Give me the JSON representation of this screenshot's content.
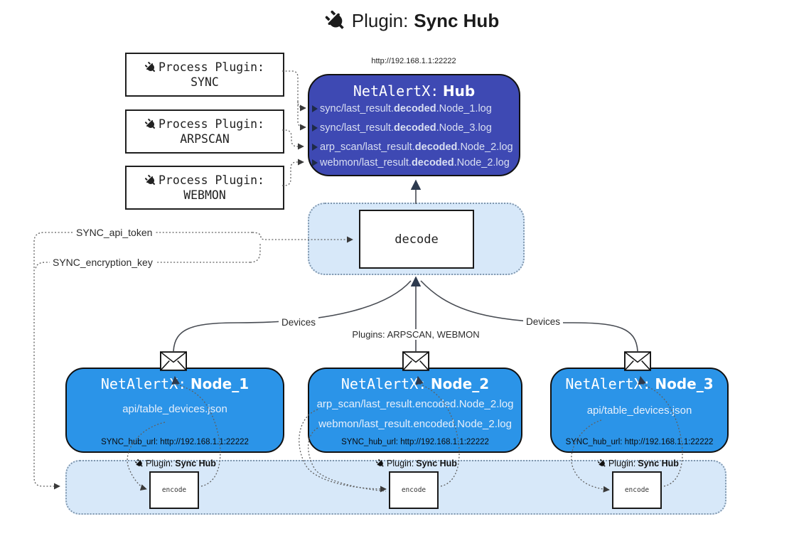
{
  "title": {
    "prefix": "Plugin:",
    "name": "Sync Hub"
  },
  "hub": {
    "url": "http://192.168.1.1:22222",
    "name_prefix": "NetAlertX:",
    "name": "Hub",
    "logs": [
      {
        "pre": "sync/last_result.",
        "bold": "decoded",
        "post": ".Node_1.log"
      },
      {
        "pre": "sync/last_result.",
        "bold": "decoded",
        "post": ".Node_3.log"
      },
      {
        "pre": "arp_scan/last_result.",
        "bold": "decoded",
        "post": ".Node_2.log"
      },
      {
        "pre": "webmon/last_result.",
        "bold": "decoded",
        "post": ".Node_2.log"
      }
    ]
  },
  "process_plugins": [
    {
      "label": "Process Plugin:",
      "name": "SYNC"
    },
    {
      "label": "Process Plugin:",
      "name": "ARPSCAN"
    },
    {
      "label": "Process Plugin:",
      "name": "WEBMON"
    }
  ],
  "settings": {
    "api_token": "SYNC_api_token",
    "encryption_key": "SYNC_encryption_key"
  },
  "decode_label": "decode",
  "edges": {
    "left": "Devices",
    "middle": "Plugins: ARPSCAN, WEBMON",
    "right": "Devices"
  },
  "nodes": [
    {
      "name_prefix": "NetAlertX:",
      "name": "Node_1",
      "files": [
        "api/table_devices.json"
      ],
      "hub_url": "SYNC_hub_url: http://192.168.1.1:22222"
    },
    {
      "name_prefix": "NetAlertX:",
      "name": "Node_2",
      "files": [
        "arp_scan/last_result.encoded.Node_2.log",
        "webmon/last_result.encoded.Node_2.log"
      ],
      "hub_url": "SYNC_hub_url: http://192.168.1.1:22222"
    },
    {
      "name_prefix": "NetAlertX:",
      "name": "Node_3",
      "files": [
        "api/table_devices.json"
      ],
      "hub_url": "SYNC_hub_url: http://192.168.1.1:22222"
    }
  ],
  "encoder": {
    "plugin_prefix": "Plugin:",
    "plugin_name": "Sync Hub",
    "label": "encode"
  },
  "colors": {
    "hub_fill": "#3E49B3",
    "node_fill": "#2B94E8",
    "panel_fill": "#D7E8F9",
    "panel_border": "#8097AE",
    "arrow_navy": "#2D3A4E",
    "hub_log_text": "#D9DFF2"
  }
}
